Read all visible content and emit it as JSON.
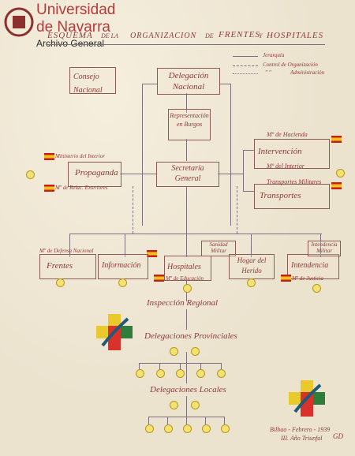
{
  "archive": {
    "line1": "Universidad",
    "line2": "de Navarra",
    "line3": "Archivo General"
  },
  "title": {
    "a": "ESQUEMA",
    "b": "DE LA",
    "c": "ORGANIZACION",
    "d": "DE",
    "e": "FRENTES",
    "f": "Y",
    "g": "HOSPITALES"
  },
  "legend": {
    "l1": "Jerarquía",
    "l2": "Control de Organización",
    "l3": "Administración",
    "l3prefix": "\" \""
  },
  "boxes": {
    "consejo": "Consejo Nacional",
    "delegacion": "Delegación Nacional",
    "representacion": "Representación en Burgos",
    "secretaria": "Secretaría General",
    "propaganda": "Propaganda",
    "min_interior_left": "Ministerio del Interior",
    "min_relac": "Mº de Relac. Exteriores",
    "intervencion": "Intervención",
    "mº_hacienda": "Mº de Hacienda",
    "mº_interior_right": "Mº del Interior",
    "transportes": "Transportes",
    "transportes_mil": "Transportes Militares",
    "defensa": "Mº de Defensa Nacional",
    "frentes": "Frentes",
    "informacion": "Información",
    "hospitales": "Hospitales",
    "sanidad_militar": "Sanidad Militar",
    "educacion": "Mº de Educación",
    "hogar": "Hogar del Herido",
    "intendencia": "Intendencia",
    "intendencia_mil": "Intendencia Militar",
    "justicia": "Mº de Justicia"
  },
  "lower": {
    "inspeccion": "Inspección Regional",
    "provinciales": "Delegaciones Provinciales",
    "locales": "Delegaciones Locales"
  },
  "footer": {
    "place": "Bilbao - Febrero - 1939",
    "year": "III. Año Triunfal",
    "mark": "GD"
  },
  "colors": {
    "ink": "#8b3a3a",
    "box": "#8b5a57",
    "line": "#7c6f7e",
    "dot": "#f3e271",
    "paper": "#ece3cf"
  }
}
